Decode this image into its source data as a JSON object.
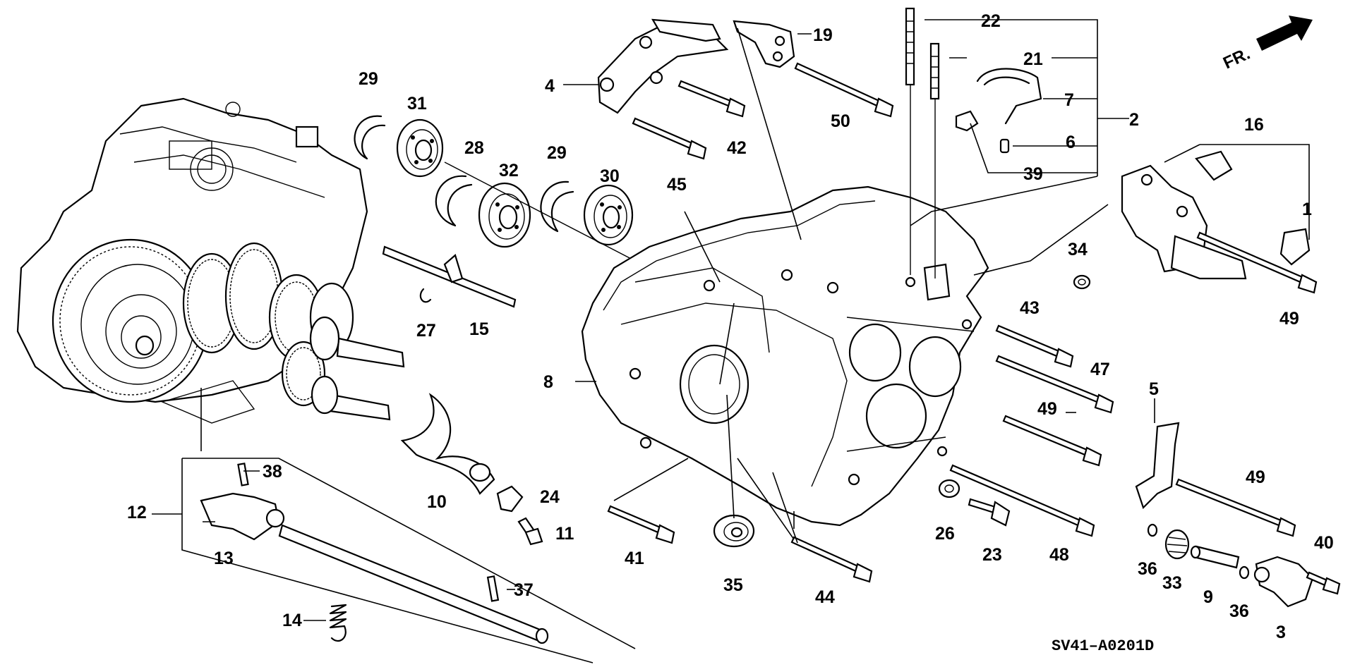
{
  "diagram": {
    "code": "SV41–A0201D",
    "front_arrow_label": "FR.",
    "callouts": {
      "c1": "1",
      "c2": "2",
      "c3": "3",
      "c4": "4",
      "c5": "5",
      "c6": "6",
      "c7": "7",
      "c8": "8",
      "c9": "9",
      "c10": "10",
      "c11": "11",
      "c12": "12",
      "c13": "13",
      "c14": "14",
      "c15": "15",
      "c16": "16",
      "c19": "19",
      "c21": "21",
      "c22": "22",
      "c23": "23",
      "c24": "24",
      "c26": "26",
      "c27": "27",
      "c28": "28",
      "c29a": "29",
      "c29b": "29",
      "c30": "30",
      "c31": "31",
      "c32": "32",
      "c33": "33",
      "c34": "34",
      "c35": "35",
      "c36a": "36",
      "c36b": "36",
      "c37": "37",
      "c38": "38",
      "c39": "39",
      "c40": "40",
      "c41": "41",
      "c42": "42",
      "c43": "43",
      "c44": "44",
      "c45": "45",
      "c47": "47",
      "c48": "48",
      "c49a": "49",
      "c49b": "49",
      "c49c": "49",
      "c50": "50"
    }
  }
}
